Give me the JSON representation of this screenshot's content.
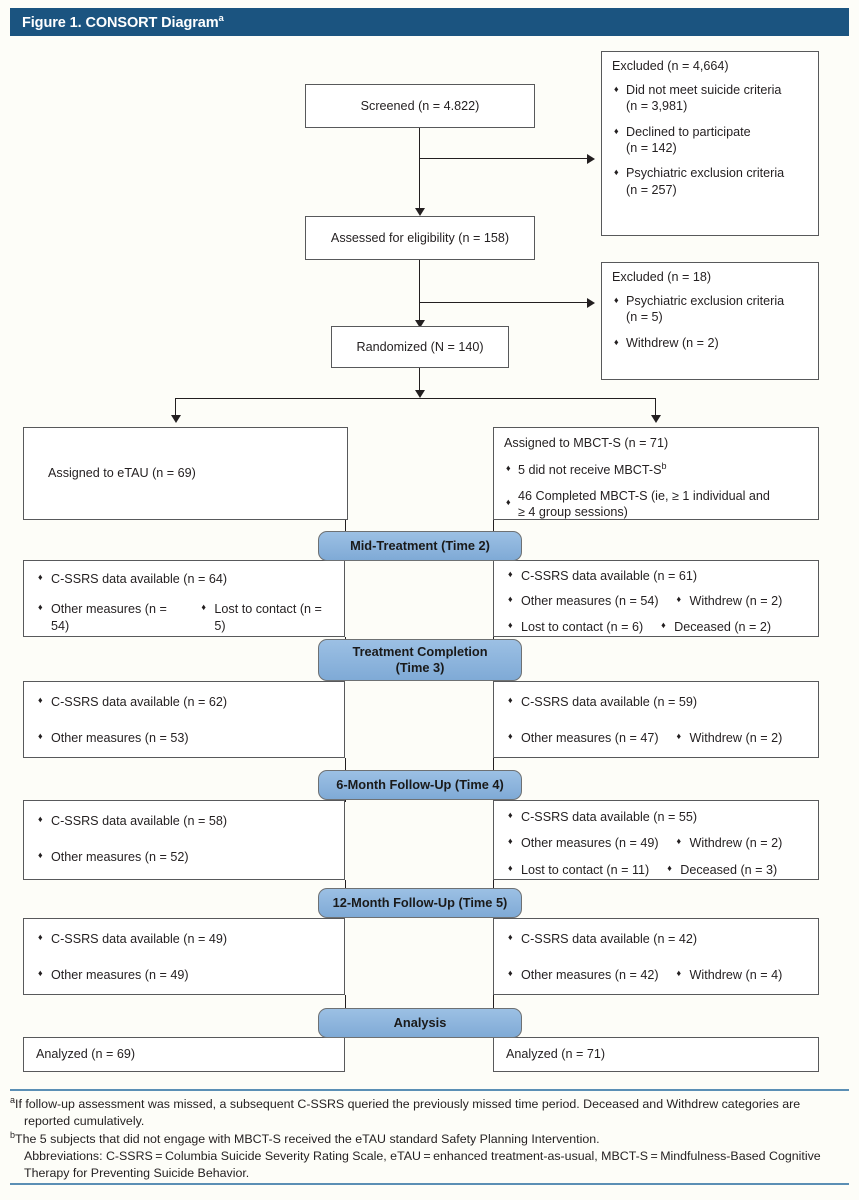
{
  "header": {
    "title": "Figure 1. CONSORT Diagram",
    "title_sup": "a"
  },
  "flow": {
    "screened": "Screened (n = 4.822)",
    "assessed": "Assessed for eligibility (n = 158)",
    "randomized": "Randomized (N = 140)",
    "excluded1": {
      "heading": "Excluded (n = 4,664)",
      "items": [
        "Did not meet suicide criteria\n(n = 3,981)",
        "Declined to participate\n(n = 142)",
        "Psychiatric exclusion criteria\n(n = 257)"
      ]
    },
    "excluded2": {
      "heading": "Excluded (n = 18)",
      "items": [
        "Psychiatric exclusion criteria\n(n = 5)",
        "Withdrew (n = 2)"
      ]
    },
    "assigned_left": "Assigned to eTAU (n = 69)",
    "assigned_right": {
      "heading": "Assigned to MBCT-S (n = 71)",
      "item1": "5 did not receive MBCT-S",
      "item1_sup": "b",
      "item2": "46 Completed MBCT-S (ie, ≥ 1 individual and\n≥ 4 group sessions)"
    }
  },
  "banners": {
    "mid_treatment": "Mid-Treatment (Time 2)",
    "treatment_completion": "Treatment Completion\n(Time 3)",
    "followup6": "6-Month Follow-Up (Time 4)",
    "followup12": "12-Month Follow-Up (Time 5)",
    "analysis": "Analysis"
  },
  "timepoints": [
    {
      "key": "time2",
      "left": [
        [
          "C-SSRS data available (n = 64)"
        ],
        [
          "Other measures (n = 54)",
          "Lost to contact (n = 5)"
        ]
      ],
      "right": [
        [
          "C-SSRS data available (n = 61)"
        ],
        [
          "Other measures (n = 54)",
          "Withdrew (n = 2)"
        ],
        [
          "Lost to contact (n = 6)",
          "Deceased (n = 2)"
        ]
      ]
    },
    {
      "key": "time3",
      "left": [
        [
          "C-SSRS data available (n = 62)"
        ],
        [
          "Other measures (n = 53)"
        ]
      ],
      "right": [
        [
          "C-SSRS data available (n = 59)"
        ],
        [
          "Other measures (n = 47)",
          "Withdrew (n = 2)"
        ]
      ]
    },
    {
      "key": "time4",
      "left": [
        [
          "C-SSRS data available (n = 58)"
        ],
        [
          "Other measures (n = 52)"
        ]
      ],
      "right": [
        [
          "C-SSRS data available (n = 55)"
        ],
        [
          "Other measures (n = 49)",
          "Withdrew (n = 2)"
        ],
        [
          "Lost to contact (n = 11)",
          "Deceased (n = 3)"
        ]
      ]
    },
    {
      "key": "time5",
      "left": [
        [
          "C-SSRS data available (n = 49)"
        ],
        [
          "Other measures (n = 49)"
        ]
      ],
      "right": [
        [
          "C-SSRS data available (n = 42)"
        ],
        [
          "Other measures (n = 42)",
          "Withdrew (n = 4)"
        ]
      ]
    }
  ],
  "analysis": {
    "left": "Analyzed (n = 69)",
    "right": "Analyzed (n = 71)"
  },
  "footnotes": {
    "a_sup": "a",
    "a_text": "If follow-up assessment was missed, a subsequent C-SSRS queried the previously missed time period. Deceased and Withdrew categories are reported cumulatively.",
    "b_sup": "b",
    "b_text": "The 5 subjects that did not engage with MBCT-S received the eTAU standard Safety Planning Intervention.",
    "abbrev": "Abbreviations: C-SSRS = Columbia Suicide Severity Rating Scale, eTAU = enhanced treatment-as-usual, MBCT-S = Mindfulness-Based Cognitive Therapy for Preventing Suicide Behavior."
  },
  "colors": {
    "header_bar": "#1b5480",
    "banner_blue": "#8fb6de",
    "rule_blue": "#5b8fb5",
    "box_border": "#58595b"
  },
  "bullet_glyph": "♦"
}
